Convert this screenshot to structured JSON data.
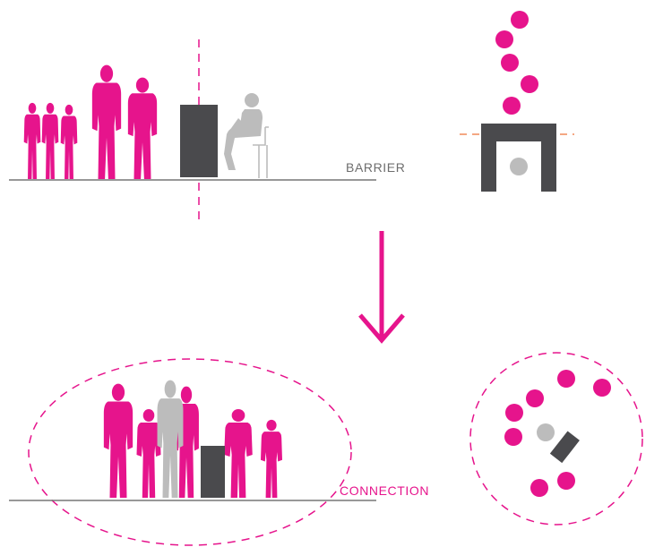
{
  "labels": {
    "barrier": "BARRIER",
    "connection": "CONNECTION"
  },
  "colors": {
    "magenta": "#e6148c",
    "barrier_dark": "#4a4a4d",
    "staff_gray": "#bcbcbc",
    "ground_line": "#777777",
    "orange_dash": "#f08a5a",
    "label_gray": "#6d6d6d"
  },
  "icons": {
    "people": "person-silhouette",
    "desk": "desk-block",
    "arrow": "arrow-down"
  }
}
